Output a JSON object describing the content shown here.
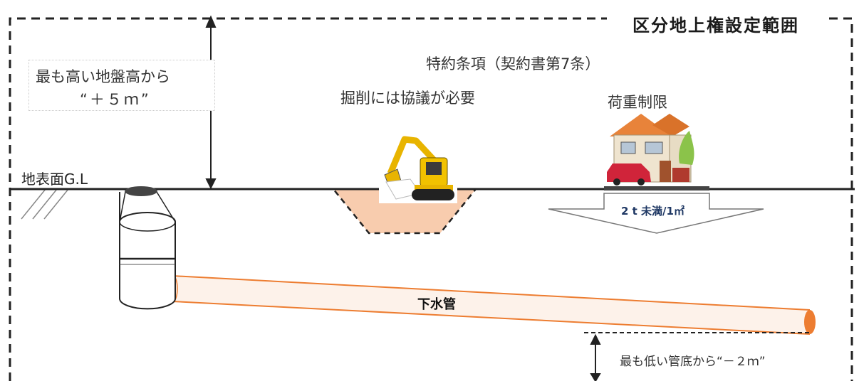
{
  "title": "区分地上権設定範囲",
  "clause": "特約条項（契約書第7条）",
  "excavation_note": "掘削には協議が必要",
  "load_limit_title": "荷重制限",
  "load_limit_value": "2 t 未満/1㎡",
  "ground_label": "地表面G.L",
  "upper_limit": {
    "line1": "最も高い地盤高から",
    "line2": "“＋５ｍ”"
  },
  "lower_limit": "最も低い管底から“－２ｍ”",
  "pipe_label": "下水管",
  "colors": {
    "pipe_fill": "#fbe5d6",
    "pipe_edge": "#ed7d31",
    "excavation_fill": "#f4b183",
    "load_text": "#1f3864"
  }
}
